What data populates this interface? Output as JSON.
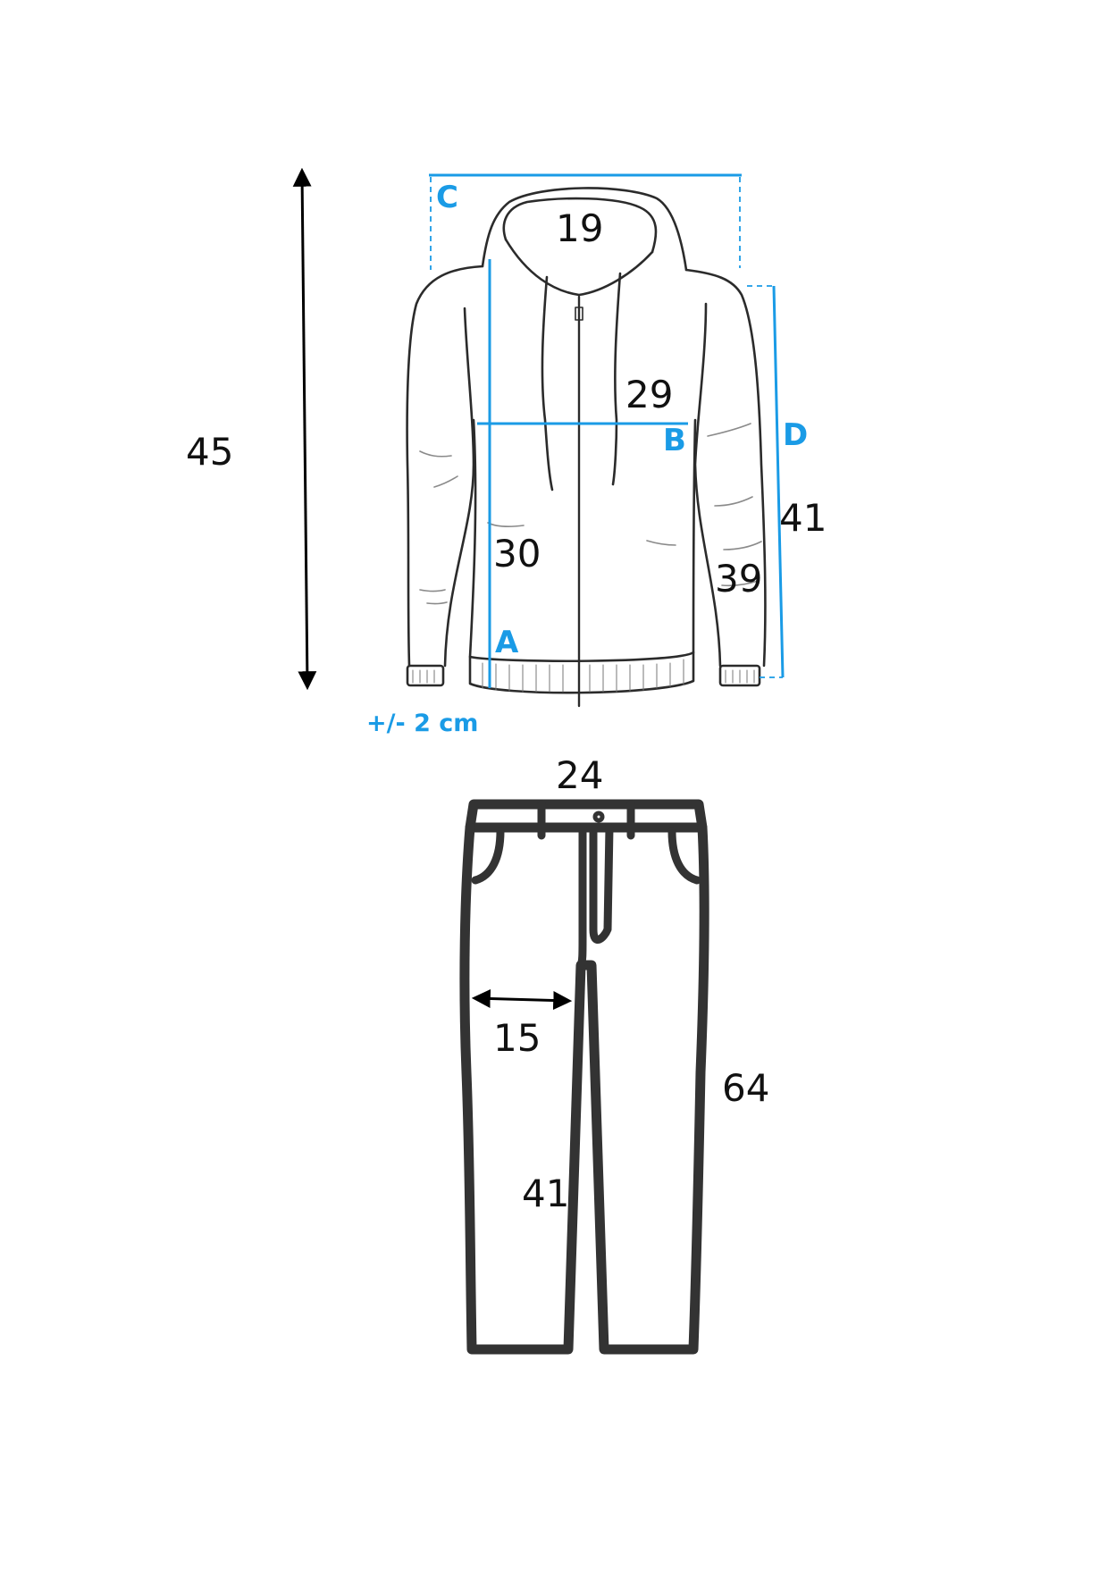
{
  "colors": {
    "accent": "#1a9be6",
    "outline": "#2b2b2b",
    "text": "#111111"
  },
  "hoodie": {
    "labels": {
      "c": "C",
      "b": "B",
      "a": "A",
      "d": "D"
    },
    "tolerance": "+/- 2 cm",
    "measurements": {
      "hood": "19",
      "chest": "29",
      "sleeve_outer": "41",
      "sleeve_inner": "39",
      "body_length": "30",
      "total_length": "45"
    }
  },
  "pants": {
    "measurements": {
      "waist": "24",
      "thigh": "15",
      "inseam": "41",
      "outseam": "64"
    }
  }
}
